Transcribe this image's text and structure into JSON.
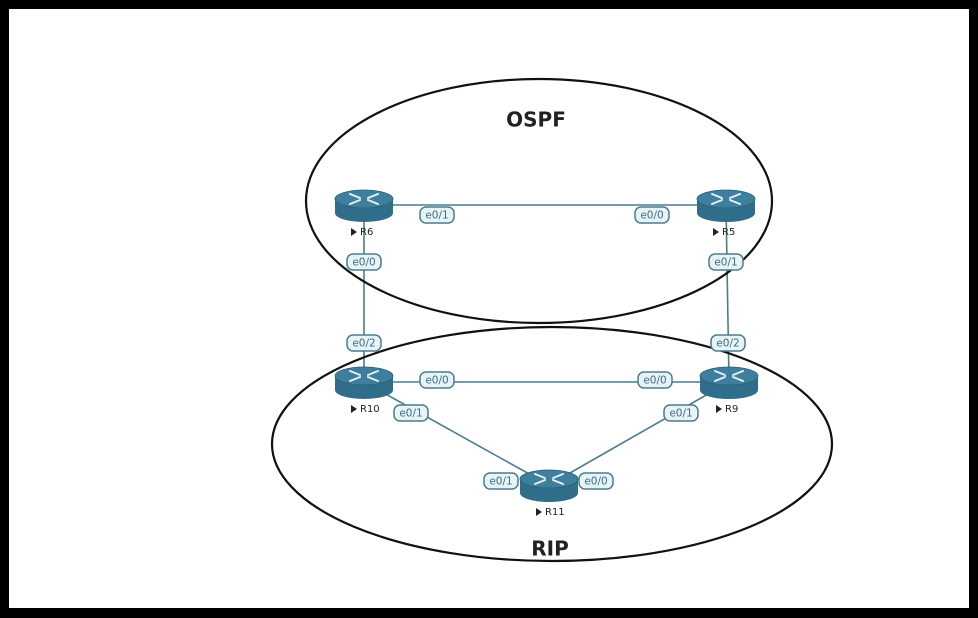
{
  "domains": [
    {
      "id": "ospf",
      "label": "OSPF"
    },
    {
      "id": "rip",
      "label": "RIP"
    }
  ],
  "routers": [
    {
      "id": "R6",
      "label": "R6"
    },
    {
      "id": "R5",
      "label": "R5"
    },
    {
      "id": "R10",
      "label": "R10"
    },
    {
      "id": "R9",
      "label": "R9"
    },
    {
      "id": "R11",
      "label": "R11"
    }
  ],
  "links": [
    {
      "a": "R6",
      "a_if": "e0/1",
      "b": "R5",
      "b_if": "e0/0"
    },
    {
      "a": "R6",
      "a_if": "e0/0",
      "b": "R10",
      "b_if": "e0/2"
    },
    {
      "a": "R5",
      "a_if": "e0/1",
      "b": "R9",
      "b_if": "e0/2"
    },
    {
      "a": "R10",
      "a_if": "e0/0",
      "b": "R9",
      "b_if": "e0/0"
    },
    {
      "a": "R10",
      "a_if": "e0/1",
      "b": "R11",
      "b_if": "e0/1"
    },
    {
      "a": "R9",
      "a_if": "e0/1",
      "b": "R11",
      "b_if": "e0/0"
    }
  ],
  "colors": {
    "router": "#2f6d8a",
    "router_top": "#3d7f9c",
    "link": "#4a7c8f",
    "label_border": "#4a7c8f",
    "label_bg": "#e8f3f7",
    "label_text": "#3b6f84"
  }
}
